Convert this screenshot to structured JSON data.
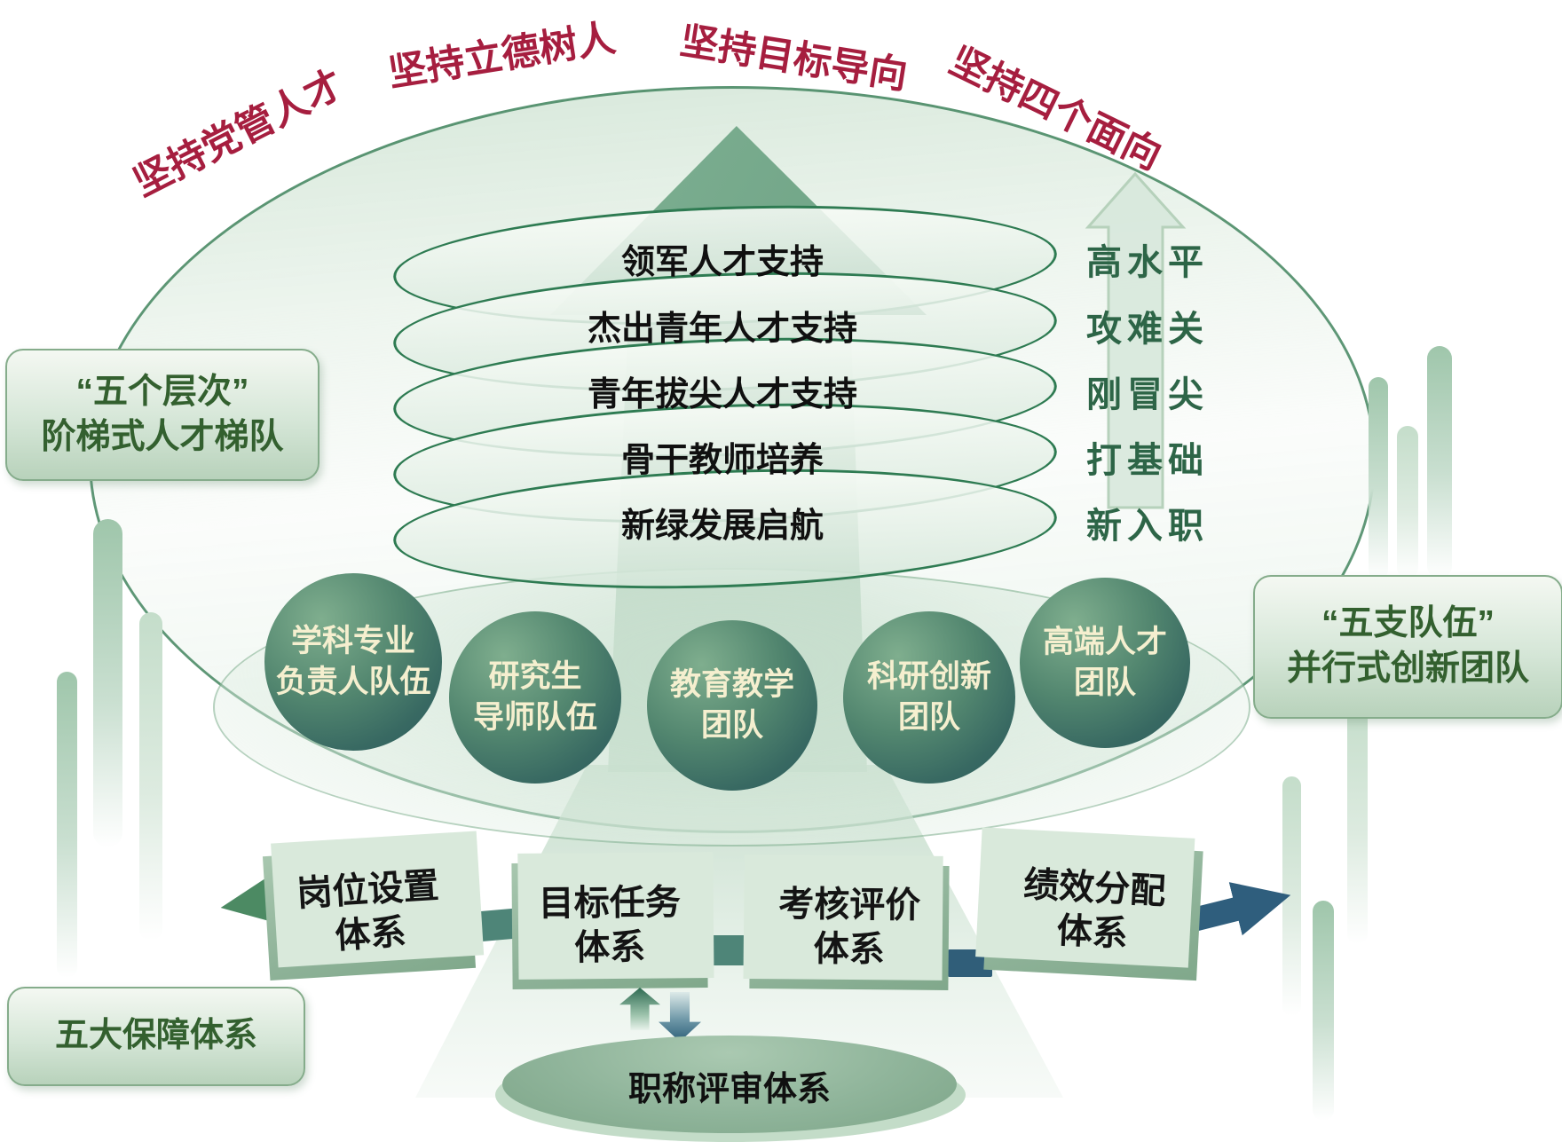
{
  "colors": {
    "accent_red": "#a61e3f",
    "ring_border_green": "#2e7b52",
    "tag_green": "#2d6547",
    "box_text_green": "#33602f",
    "circle_fill_dark": "#2c5a5c",
    "circle_text_cream": "#f5efcf",
    "connector_teal": "#4e8578",
    "connector_blue": "#305e79"
  },
  "principles": [
    "坚持党管人才",
    "坚持立德树人",
    "坚持目标导向",
    "坚持四个面向"
  ],
  "pyramid": {
    "levels": [
      {
        "label": "领军人才支持",
        "tag": "高水平"
      },
      {
        "label": "杰出青年人才支持",
        "tag": "攻难关"
      },
      {
        "label": "青年拔尖人才支持",
        "tag": "刚冒尖"
      },
      {
        "label": "骨干教师培养",
        "tag": "打基础"
      },
      {
        "label": "新绿发展启航",
        "tag": "新入职"
      }
    ]
  },
  "ladder_box": {
    "line1": "“五个层次”",
    "line2": "阶梯式人才梯队"
  },
  "teams_box": {
    "line1": "“五支队伍”",
    "line2": "并行式创新团队"
  },
  "teams": [
    {
      "line1": "学科专业",
      "line2": "负责人队伍"
    },
    {
      "line1": "研究生",
      "line2": "导师队伍"
    },
    {
      "line1": "教育教学",
      "line2": "团队"
    },
    {
      "line1": "科研创新",
      "line2": "团队"
    },
    {
      "line1": "高端人才",
      "line2": "团队"
    }
  ],
  "systems": [
    {
      "line1": "岗位设置",
      "line2": "体系"
    },
    {
      "line1": "目标任务",
      "line2": "体系"
    },
    {
      "line1": "考核评价",
      "line2": "体系"
    },
    {
      "line1": "绩效分配",
      "line2": "体系"
    }
  ],
  "review_label": "职称评审体系",
  "support_label": "五大保障体系"
}
